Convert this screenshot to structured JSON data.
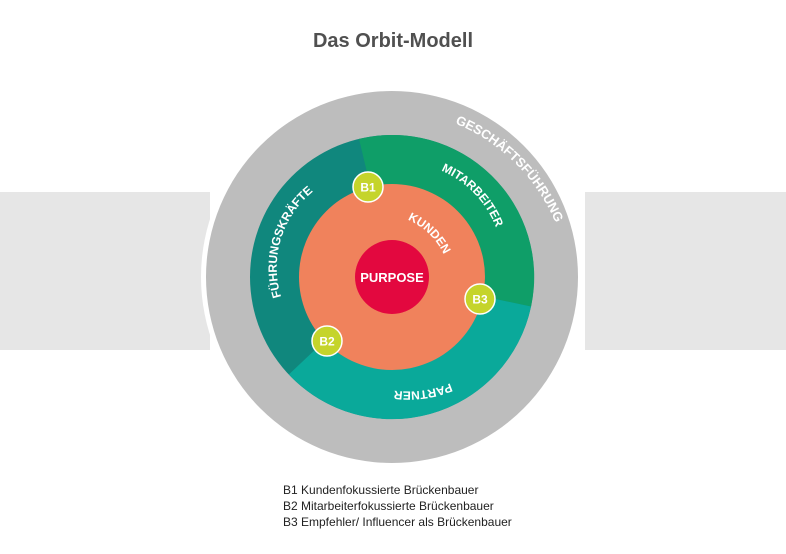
{
  "title": "Das Orbit-Modell",
  "diagram": {
    "rings": {
      "outer": "GESCHÄFTSFÜHRUNG",
      "leaders": "FÜHRUNGSKRÄFTE",
      "employees": "MITARBEITER",
      "partners": "PARTNER",
      "customers": "KUNDEN"
    },
    "core": "PURPOSE",
    "bridges": [
      "B1",
      "B2",
      "B3"
    ],
    "colors": {
      "gray_ring": "#bdbdbd",
      "leaders": "#10877d",
      "employees": "#0f9e68",
      "partners": "#0aa99a",
      "customers": "#f0825c",
      "purpose": "#e3083f",
      "bridge": "#c5d42b"
    }
  },
  "legend": [
    "B1 Kundenfokussierte Brückenbauer",
    "B2 Mitarbeiterfokussierte Brückenbauer",
    "B3 Empfehler/ Influencer als Brückenbauer"
  ]
}
